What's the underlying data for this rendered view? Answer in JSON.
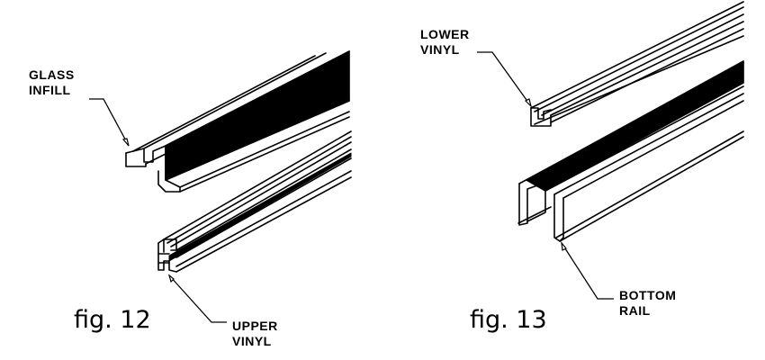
{
  "figures": [
    {
      "caption": "fig. 12",
      "callouts": [
        {
          "line1": "GLASS",
          "line2": "INFILL"
        },
        {
          "line1": "UPPER",
          "line2": "VINYL"
        }
      ]
    },
    {
      "caption": "fig. 13",
      "callouts": [
        {
          "line1": "LOWER",
          "line2": "VINYL"
        },
        {
          "line1": "BOTTOM",
          "line2": "RAIL"
        }
      ]
    }
  ],
  "colors": {
    "ink": "#000000",
    "paper": "#ffffff"
  }
}
